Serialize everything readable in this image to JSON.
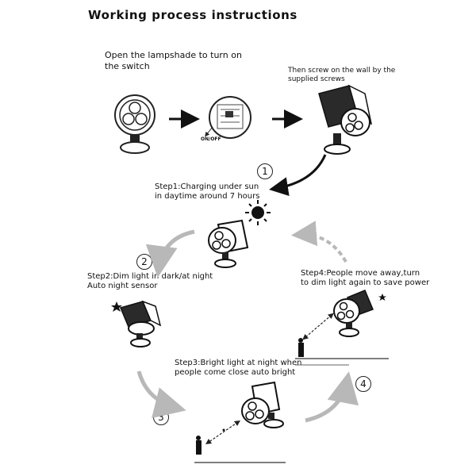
{
  "title": "Working process instructions",
  "open_text": "Open the lampshade to turn on\nthe switch",
  "onoff_label": "ON/OFF",
  "screw_text": "Then screw on the wall by the\nsupplied screws",
  "steps": [
    {
      "num": "1",
      "text": "Step1:Charging under sun\nin daytime around 7 hours"
    },
    {
      "num": "2",
      "text": "Step2:Dim light in dark/at night\n      Auto night sensor"
    },
    {
      "num": "3",
      "text": "Step3:Bright light at night when\npeople come close auto bright"
    },
    {
      "num": "4",
      "text": "Step4:People move away,turn\nto dim light again to save power"
    }
  ],
  "colors": {
    "ink": "#111111",
    "grey_arrow": "#b8b8b8",
    "panel": "#2a2a2a"
  }
}
